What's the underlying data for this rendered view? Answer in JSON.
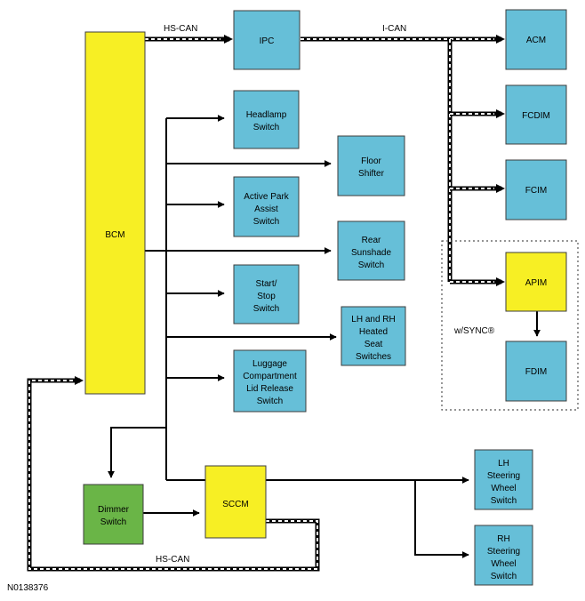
{
  "colors": {
    "module_blue": "#66bfd8",
    "module_yellow": "#f7ef24",
    "module_green": "#6ab547",
    "border": "#3c3c3c",
    "wire": "#000000"
  },
  "modules": {
    "bcm": "BCM",
    "ipc": "IPC",
    "acm": "ACM",
    "fcdim": "FCDIM",
    "fcim": "FCIM",
    "apim": "APIM",
    "fdim": "FDIM",
    "headlamp": [
      "Headlamp",
      "Switch"
    ],
    "floor_shifter": [
      "Floor",
      "Shifter"
    ],
    "active_park": [
      "Active Park",
      "Assist",
      "Switch"
    ],
    "rear_sunshade": [
      "Rear",
      "Sunshade",
      "Switch"
    ],
    "start_stop": [
      "Start/",
      "Stop",
      "Switch"
    ],
    "heated_seat": [
      "LH and RH",
      "Heated",
      "Seat",
      "Switches"
    ],
    "luggage": [
      "Luggage",
      "Compartment",
      "Lid Release",
      "Switch"
    ],
    "dimmer": [
      "Dimmer",
      "Switch"
    ],
    "sccm": "SCCM",
    "lh_steering": [
      "LH",
      "Steering",
      "Wheel",
      "Switch"
    ],
    "rh_steering": [
      "RH",
      "Steering",
      "Wheel",
      "Switch"
    ]
  },
  "bus_labels": {
    "hs_can_top": "HS-CAN",
    "i_can": "I-CAN",
    "hs_can_bottom": "HS-CAN",
    "sync": "w/SYNC®"
  },
  "figure_code": "N0138376"
}
